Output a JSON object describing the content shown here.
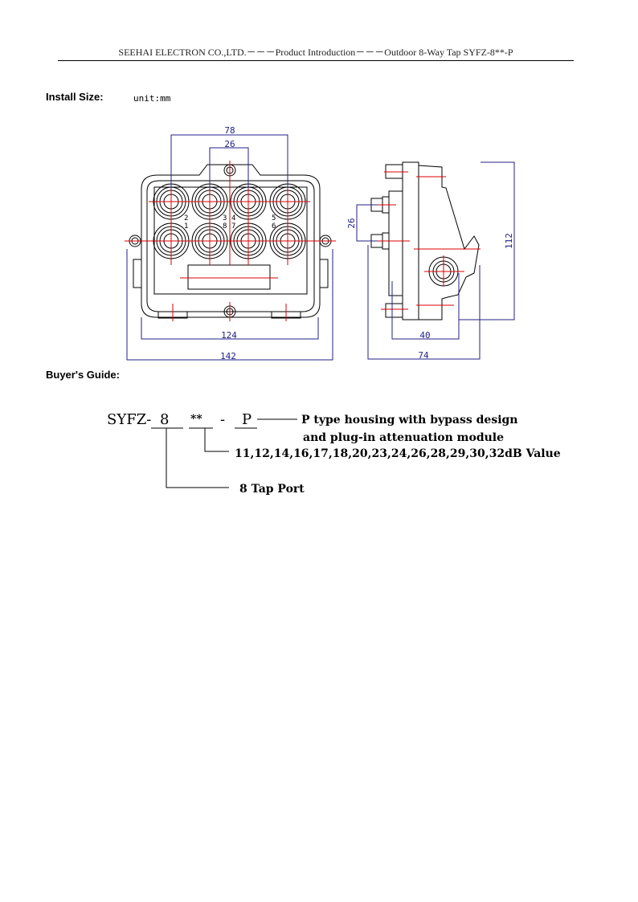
{
  "header": {
    "text": "SEEHAI ELECTRON CO.,LTD.－－－Product Introduction－－－Outdoor   8-Way Tap   SYFZ-8**-P"
  },
  "install": {
    "title": "Install Size:",
    "unit": "unit:mm"
  },
  "drawing": {
    "dims": {
      "d78": "78",
      "d26": "26",
      "d124": "124",
      "d142": "142",
      "side26": "26",
      "d112": "112",
      "d40": "40",
      "d74": "74"
    },
    "ports": [
      "1",
      "2",
      "3",
      "4",
      "5",
      "6",
      "7",
      "8"
    ]
  },
  "guide": {
    "title": "Buyer's Guide:",
    "model_prefix": "SYFZ-",
    "model_8": "8",
    "model_stars": "**",
    "model_dash": "-",
    "model_p": "P",
    "p_desc_1": "P type housing with bypass design",
    "p_desc_2": "and plug-in attenuation module",
    "db_values": "11,12,14,16,17,18,20,23,24,26,28,29,30,32dB Value",
    "tap_port": "8 Tap Port"
  }
}
